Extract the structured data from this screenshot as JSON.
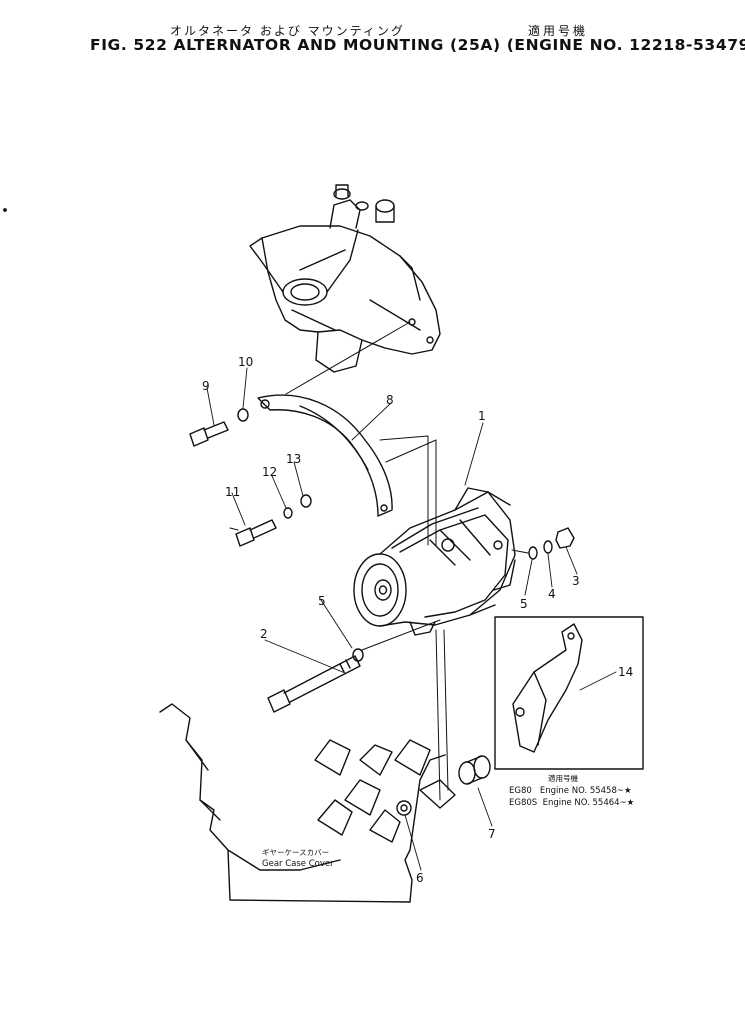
{
  "header": {
    "title_jp": "オルタネータ および マウンティング",
    "applicability_jp": "適用号機",
    "title_en": "FIG. 522  ALTERNATOR AND MOUNTING (25A)  (ENGINE NO. 12218-53479)"
  },
  "callouts": [
    "1",
    "2",
    "3",
    "4",
    "5",
    "5",
    "5",
    "6",
    "7",
    "8",
    "9",
    "10",
    "11",
    "12",
    "13",
    "14"
  ],
  "inset": {
    "header_jp": "適用号機",
    "rows": [
      "EG80   Engine NO. 55458~★",
      "EG80S  Engine NO. 55464~★"
    ]
  },
  "gear_case": {
    "label_jp": "ギヤーケースカバー",
    "label_en": "Gear Case Cover"
  }
}
